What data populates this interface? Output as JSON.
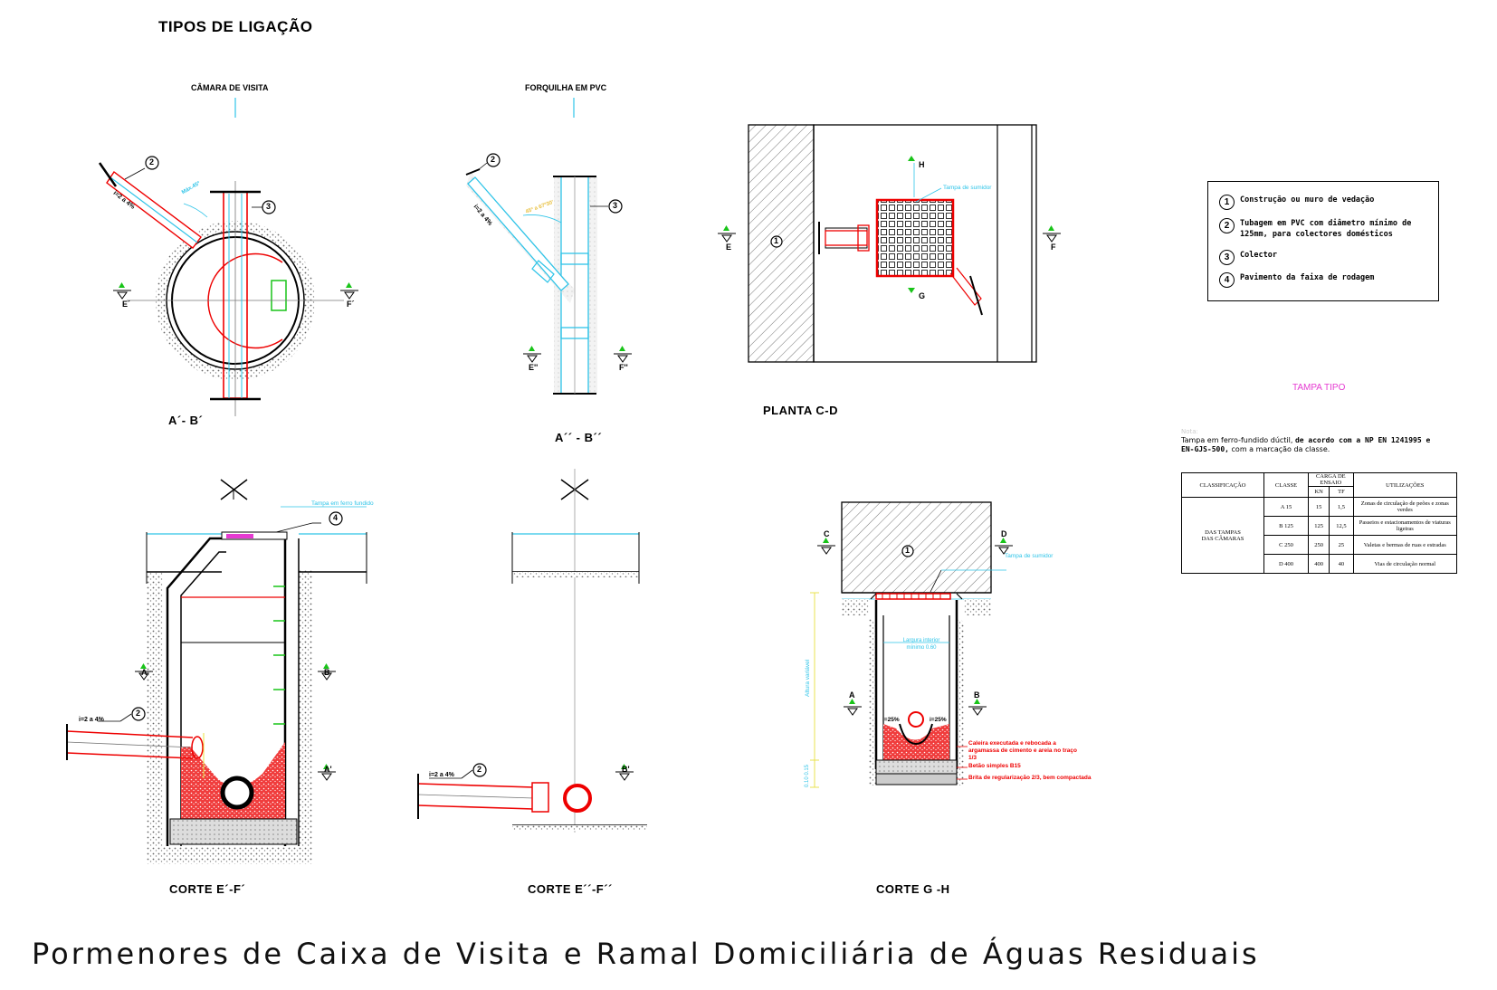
{
  "page_title": "TIPOS DE LIGAÇÃO",
  "footer_title": "Pormenores de Caixa de Visita e Ramal Domiciliária de Águas Residuais",
  "views": {
    "camara_label": "CÂMARA DE VISITA",
    "forquilha_label": "FORQUILHA EM PVC",
    "view_ab1": "A´- B´",
    "view_ab2": "A´´ - B´´",
    "planta_cd": "PLANTA C-D",
    "corte_ef1": "CORTE E´-F´",
    "corte_ef2": "CORTE E´´-F´´",
    "corte_gh": "CORTE G -H"
  },
  "section_marks": {
    "e1": "E´",
    "f1": "F´",
    "e2": "E''",
    "f2": "F''",
    "e": "E",
    "f": "F",
    "h": "H",
    "g": "G",
    "a1": "A",
    "b1": "B",
    "a1p": "A'",
    "b2p": "B'",
    "c": "C",
    "d": "D",
    "a3": "A",
    "b3": "B"
  },
  "callouts": {
    "n1": "1",
    "n2": "2",
    "n3": "3",
    "n4": "4",
    "slope": "i=2 a 4%",
    "max45": "Máx.45º",
    "angle": "45º a 67º30'",
    "tampa_ferro": "Tampa em ferro fundido",
    "tampa_sumidor": "Tampa de sumidor",
    "largura": "Largura interior mínimo 0.60",
    "altura": "Altura variável",
    "dim": "0.10 0.15",
    "i25a": "i=25%",
    "i25b": "i=25%",
    "caleira": "Caleira executada e rebocada a argamassa de cimento e areia no traço 1/3",
    "betao": "Betão simples B15",
    "brita": "Brita de regularização 2/3, bem compactada"
  },
  "legend": {
    "items": [
      {
        "num": "1",
        "text": "Construção ou muro de vedação"
      },
      {
        "num": "2",
        "text": "Tubagem em PVC com diâmetro mínimo de 125mm, para colectores domésticos"
      },
      {
        "num": "3",
        "text": "Colector"
      },
      {
        "num": "4",
        "text": "Pavimento da faixa de rodagem"
      }
    ]
  },
  "tampa": {
    "title": "TAMPA TIPO",
    "hint": "Nota:",
    "note_plain": "Tampa em ferro-fundido dúctil,",
    "note_bold1": "de acordo com a NP EN 1241995 e EN-GJS-500,",
    "note_plain2": "com a marcação da classe.",
    "table": {
      "h_classificacao": "CLASSIFICAÇÃO",
      "h_das_tampas": "DAS TAMPAS",
      "h_das_camaras": "DAS CÂMARAS",
      "h_classe": "CLASSE",
      "h_carga": "CARGA DE ENSAIO",
      "h_kn": "KN",
      "h_tf": "TF",
      "h_util": "UTILIZAÇÕES",
      "rows": [
        {
          "classe": "A 15",
          "kn": "15",
          "tf": "1,5",
          "util": "Zonas de circulação de peões e zonas verdes"
        },
        {
          "classe": "B 125",
          "kn": "125",
          "tf": "12,5",
          "util": "Passeios e estacionamentos de viaturas ligeiras"
        },
        {
          "classe": "C 250",
          "kn": "250",
          "tf": "25",
          "util": "Valetas e bermas de ruas e estradas"
        },
        {
          "classe": "D 400",
          "kn": "400",
          "tf": "40",
          "util": "Vias de circulação normal"
        }
      ]
    }
  },
  "colors": {
    "red": "#e00000",
    "cyan": "#2ec4e8",
    "green": "#19c419",
    "magenta": "#e53ad1",
    "yellow": "#e8e040",
    "black": "#000000"
  }
}
